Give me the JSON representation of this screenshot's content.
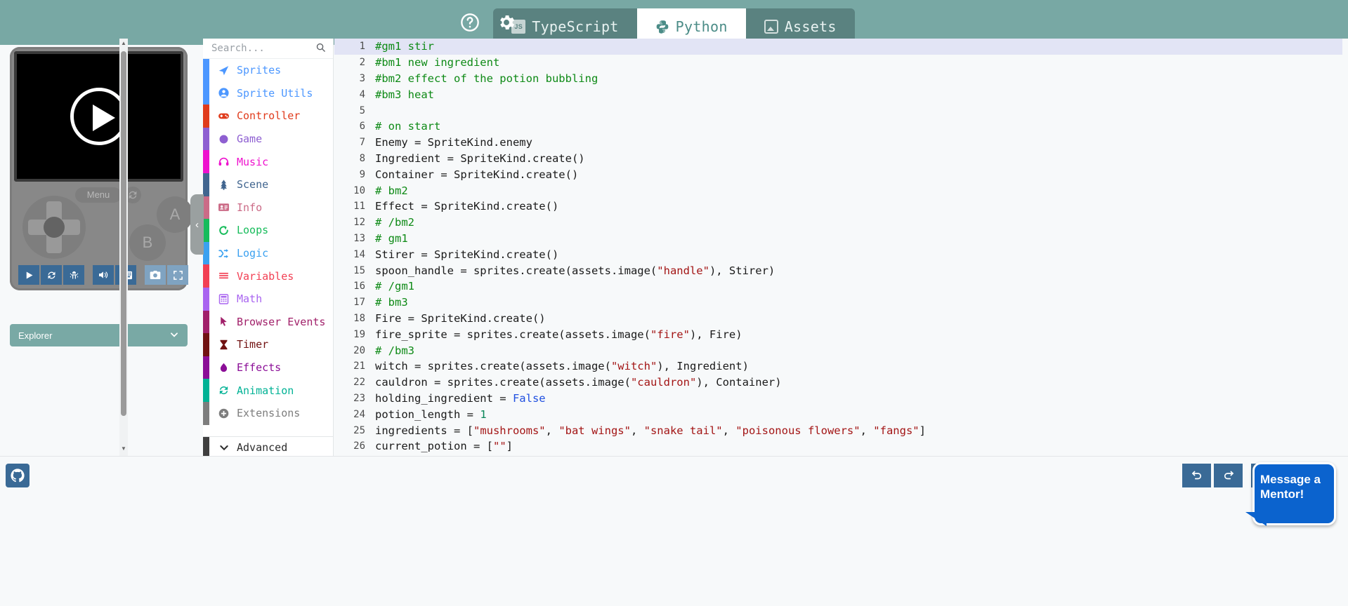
{
  "header": {
    "tabs": [
      {
        "label": "TypeScript",
        "icon": "js-icon",
        "active": false
      },
      {
        "label": "Python",
        "icon": "python-icon",
        "active": true
      },
      {
        "label": "Assets",
        "icon": "image-icon",
        "active": false
      }
    ],
    "help_icon": "help-circle-icon",
    "settings_icon": "gear-icon",
    "background": "#78A8A4"
  },
  "simulator": {
    "play_icon": "play-circle-icon",
    "menu_label": "Menu",
    "reset_icon": "refresh-icon",
    "button_a": "A",
    "button_b": "B",
    "toolbar": [
      {
        "name": "play-button",
        "icon": "play-icon"
      },
      {
        "name": "restart-button",
        "icon": "refresh-icon"
      },
      {
        "name": "debug-button",
        "icon": "bug-icon"
      },
      {
        "name": "mute-button",
        "icon": "volume-icon"
      },
      {
        "name": "keyboard-button",
        "icon": "keyboard-icon"
      },
      {
        "name": "screenshot-button",
        "icon": "camera-icon"
      },
      {
        "name": "fullscreen-button",
        "icon": "expand-icon"
      }
    ],
    "explorer_label": "Explorer",
    "explorer_chevron": "chevron-down-icon"
  },
  "toolbox": {
    "search_placeholder": "Search...",
    "search_icon": "search-icon",
    "advanced_label": "Advanced",
    "advanced_icon": "chevron-down-icon",
    "categories": [
      {
        "label": "Sprites",
        "color": "#4C97FF",
        "icon": "paper-plane-icon"
      },
      {
        "label": "Sprite Utils",
        "color": "#4C97FF",
        "icon": "user-circle-icon"
      },
      {
        "label": "Controller",
        "color": "#E03B1C",
        "icon": "gamepad-icon"
      },
      {
        "label": "Game",
        "color": "#8E5FD1",
        "icon": "circle-icon"
      },
      {
        "label": "Music",
        "color": "#EE12CE",
        "icon": "headphones-icon"
      },
      {
        "label": "Scene",
        "color": "#41658F",
        "icon": "tree-icon"
      },
      {
        "label": "Info",
        "color": "#CB6B87",
        "icon": "id-card-icon"
      },
      {
        "label": "Loops",
        "color": "#17BC5B",
        "icon": "loop-arrow-icon"
      },
      {
        "label": "Logic",
        "color": "#3BA1F0",
        "icon": "shuffle-icon"
      },
      {
        "label": "Variables",
        "color": "#F23F53",
        "icon": "lines-icon"
      },
      {
        "label": "Math",
        "color": "#A964F0",
        "icon": "calculator-icon"
      },
      {
        "label": "Browser Events",
        "color": "#A1206A",
        "icon": "cursor-arrow-icon"
      },
      {
        "label": "Timer",
        "color": "#711212",
        "icon": "hourglass-icon"
      },
      {
        "label": "Effects",
        "color": "#8B0E97",
        "icon": "flame-drop-icon"
      },
      {
        "label": "Animation",
        "color": "#00B295",
        "icon": "refresh-cycle-icon"
      },
      {
        "label": "Extensions",
        "color": "#7D7D7D",
        "icon": "plus-circle-icon"
      }
    ],
    "collapse_icon": "chevron-left-icon"
  },
  "editor": {
    "language": "python",
    "current_line": 1,
    "lines": [
      {
        "n": "1",
        "tokens": [
          {
            "t": "#gm1 stir",
            "c": "com"
          }
        ]
      },
      {
        "n": "2",
        "tokens": [
          {
            "t": "#bm1 new ingredient",
            "c": "com"
          }
        ]
      },
      {
        "n": "3",
        "tokens": [
          {
            "t": "#bm2 effect of the potion bubbling",
            "c": "com"
          }
        ]
      },
      {
        "n": "4",
        "tokens": [
          {
            "t": "#bm3 heat",
            "c": "com"
          }
        ]
      },
      {
        "n": "5",
        "tokens": [
          {
            "t": "",
            "c": ""
          }
        ]
      },
      {
        "n": "6",
        "tokens": [
          {
            "t": "# on start",
            "c": "com"
          }
        ]
      },
      {
        "n": "7",
        "tokens": [
          {
            "t": "Enemy = SpriteKind.enemy",
            "c": ""
          }
        ]
      },
      {
        "n": "8",
        "tokens": [
          {
            "t": "Ingredient = SpriteKind.create()",
            "c": ""
          }
        ]
      },
      {
        "n": "9",
        "tokens": [
          {
            "t": "Container = SpriteKind.create()",
            "c": ""
          }
        ]
      },
      {
        "n": "10",
        "tokens": [
          {
            "t": "# bm2",
            "c": "com"
          }
        ]
      },
      {
        "n": "11",
        "tokens": [
          {
            "t": "Effect = SpriteKind.create()",
            "c": ""
          }
        ]
      },
      {
        "n": "12",
        "tokens": [
          {
            "t": "# /bm2",
            "c": "com"
          }
        ]
      },
      {
        "n": "13",
        "tokens": [
          {
            "t": "# gm1",
            "c": "com"
          }
        ]
      },
      {
        "n": "14",
        "tokens": [
          {
            "t": "Stirer = SpriteKind.create()",
            "c": ""
          }
        ]
      },
      {
        "n": "15",
        "tokens": [
          {
            "t": "spoon_handle = sprites.create(assets.image(",
            "c": ""
          },
          {
            "t": "\"handle\"",
            "c": "str"
          },
          {
            "t": "), Stirer)",
            "c": ""
          }
        ]
      },
      {
        "n": "16",
        "tokens": [
          {
            "t": "# /gm1",
            "c": "com"
          }
        ]
      },
      {
        "n": "17",
        "tokens": [
          {
            "t": "# bm3",
            "c": "com"
          }
        ]
      },
      {
        "n": "18",
        "tokens": [
          {
            "t": "Fire = SpriteKind.create()",
            "c": ""
          }
        ]
      },
      {
        "n": "19",
        "tokens": [
          {
            "t": "fire_sprite = sprites.create(assets.image(",
            "c": ""
          },
          {
            "t": "\"fire\"",
            "c": "str"
          },
          {
            "t": "), Fire)",
            "c": ""
          }
        ]
      },
      {
        "n": "20",
        "tokens": [
          {
            "t": "# /bm3",
            "c": "com"
          }
        ]
      },
      {
        "n": "21",
        "tokens": [
          {
            "t": "witch = sprites.create(assets.image(",
            "c": ""
          },
          {
            "t": "\"witch\"",
            "c": "str"
          },
          {
            "t": "), Ingredient)",
            "c": ""
          }
        ]
      },
      {
        "n": "22",
        "tokens": [
          {
            "t": "cauldron = sprites.create(assets.image(",
            "c": ""
          },
          {
            "t": "\"cauldron\"",
            "c": "str"
          },
          {
            "t": "), Container)",
            "c": ""
          }
        ]
      },
      {
        "n": "23",
        "tokens": [
          {
            "t": "holding_ingredient = ",
            "c": ""
          },
          {
            "t": "False",
            "c": "kw"
          }
        ]
      },
      {
        "n": "24",
        "tokens": [
          {
            "t": "potion_length = ",
            "c": ""
          },
          {
            "t": "1",
            "c": "num"
          }
        ]
      },
      {
        "n": "25",
        "tokens": [
          {
            "t": "ingredients = [",
            "c": ""
          },
          {
            "t": "\"mushrooms\"",
            "c": "str"
          },
          {
            "t": ", ",
            "c": ""
          },
          {
            "t": "\"bat wings\"",
            "c": "str"
          },
          {
            "t": ", ",
            "c": ""
          },
          {
            "t": "\"snake tail\"",
            "c": "str"
          },
          {
            "t": ", ",
            "c": ""
          },
          {
            "t": "\"poisonous flowers\"",
            "c": "str"
          },
          {
            "t": ", ",
            "c": ""
          },
          {
            "t": "\"fangs\"",
            "c": "str"
          },
          {
            "t": "]",
            "c": ""
          }
        ]
      },
      {
        "n": "26",
        "tokens": [
          {
            "t": "current_potion = [",
            "c": ""
          },
          {
            "t": "\"\"",
            "c": "str"
          },
          {
            "t": "]",
            "c": ""
          }
        ]
      }
    ]
  },
  "bottom": {
    "github_icon": "github-icon",
    "buttons": [
      {
        "name": "undo-button",
        "icon": "undo-icon"
      },
      {
        "name": "redo-button",
        "icon": "redo-icon"
      },
      {
        "name": "zoom-out-button",
        "icon": "minus-circle-icon"
      },
      {
        "name": "zoom-in-button",
        "icon": "plus-circle-icon"
      }
    ]
  },
  "mentor": {
    "line1": "Message a",
    "line2": "Mentor!",
    "color": "#0B63CE"
  }
}
